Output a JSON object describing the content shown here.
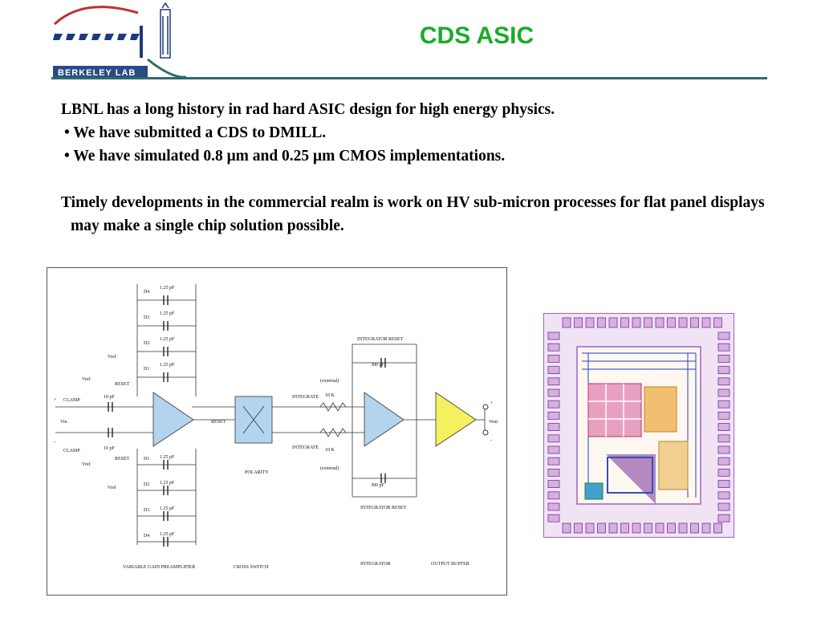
{
  "logo": {
    "text": "BERKELEY LAB"
  },
  "slide_title": "CDS ASIC",
  "body": {
    "intro": "LBNL has a long history in rad hard ASIC design for high energy physics.",
    "bullets": [
      "We have submitted a CDS to DMILL.",
      "We have simulated 0.8 μm and 0.25 μm CMOS implementations."
    ],
    "paragraph": "Timely developments in the commercial realm is work on HV sub-micron processes for flat panel displays may make a single chip solution possible."
  },
  "schematic": {
    "cap_label": "1.25 pF",
    "cap_tags_top": [
      "D4",
      "D3",
      "D2",
      "D1"
    ],
    "cap_tags_bottom": [
      "D1",
      "D2",
      "D3",
      "D4"
    ],
    "vref": "Vref",
    "reset": "RESET",
    "clamp": "CLAMP",
    "input_cap": "10 pF",
    "vin": "Vin",
    "vout": "Vout",
    "plus": "+",
    "minus": "-",
    "integrator_reset": "INTEGRATOR RESET",
    "integrator_cap": "300 pF",
    "external": "(external)",
    "integrate": "INTEGRATE",
    "resistor": "10 K",
    "polarity": "POLARITY",
    "section_labels": [
      "VARIABLE GAIN PREAMPLIFIER",
      "CROSS SWITCH",
      "INTEGRATOR",
      "OUTPUT BUFFER"
    ]
  },
  "colors": {
    "title": "#1aaa2a",
    "rule": "#2e6b6b",
    "amp_fill": "#b3d4ef",
    "buffer_fill": "#f4f060",
    "chip_pad": "#a060c0"
  }
}
